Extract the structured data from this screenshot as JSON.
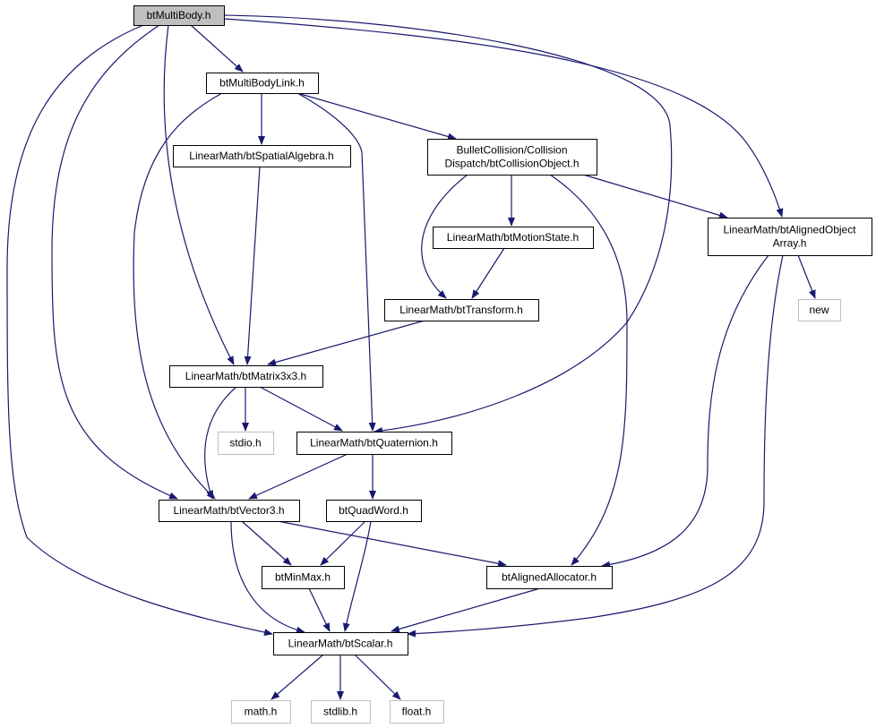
{
  "diagram": {
    "type": "include-dependency-graph",
    "colors": {
      "edge": "#191970",
      "node_border": "#000000",
      "external_border": "#bfbfbf",
      "root_fill": "#bfbfbf",
      "text": "#000000",
      "external_text": "#000000"
    },
    "nodes": [
      {
        "id": "btMultiBody",
        "lines": [
          "btMultiBody.h"
        ],
        "kind": "root"
      },
      {
        "id": "btMultiBodyLink",
        "lines": [
          "btMultiBodyLink.h"
        ],
        "kind": "file"
      },
      {
        "id": "btSpatialAlgebra",
        "lines": [
          "LinearMath/btSpatialAlgebra.h"
        ],
        "kind": "file"
      },
      {
        "id": "btCollisionObject",
        "lines": [
          "BulletCollision/Collision",
          "Dispatch/btCollisionObject.h"
        ],
        "kind": "file"
      },
      {
        "id": "btAlignedObjectArray",
        "lines": [
          "LinearMath/btAlignedObject",
          "Array.h"
        ],
        "kind": "file"
      },
      {
        "id": "btMotionState",
        "lines": [
          "LinearMath/btMotionState.h"
        ],
        "kind": "file"
      },
      {
        "id": "btTransform",
        "lines": [
          "LinearMath/btTransform.h"
        ],
        "kind": "file"
      },
      {
        "id": "new",
        "lines": [
          "new"
        ],
        "kind": "external"
      },
      {
        "id": "btMatrix3x3",
        "lines": [
          "LinearMath/btMatrix3x3.h"
        ],
        "kind": "file"
      },
      {
        "id": "stdio",
        "lines": [
          "stdio.h"
        ],
        "kind": "external"
      },
      {
        "id": "btQuaternion",
        "lines": [
          "LinearMath/btQuaternion.h"
        ],
        "kind": "file"
      },
      {
        "id": "btVector3",
        "lines": [
          "LinearMath/btVector3.h"
        ],
        "kind": "file"
      },
      {
        "id": "btQuadWord",
        "lines": [
          "btQuadWord.h"
        ],
        "kind": "file"
      },
      {
        "id": "btMinMax",
        "lines": [
          "btMinMax.h"
        ],
        "kind": "file"
      },
      {
        "id": "btAlignedAllocator",
        "lines": [
          "btAlignedAllocator.h"
        ],
        "kind": "file"
      },
      {
        "id": "btScalar",
        "lines": [
          "LinearMath/btScalar.h"
        ],
        "kind": "file"
      },
      {
        "id": "math",
        "lines": [
          "math.h"
        ],
        "kind": "external"
      },
      {
        "id": "stdlib",
        "lines": [
          "stdlib.h"
        ],
        "kind": "external"
      },
      {
        "id": "float",
        "lines": [
          "float.h"
        ],
        "kind": "external"
      }
    ],
    "edges": [
      {
        "from": "btMultiBody",
        "to": "btMultiBodyLink"
      },
      {
        "from": "btMultiBody",
        "to": "btAlignedObjectArray"
      },
      {
        "from": "btMultiBody",
        "to": "btQuaternion"
      },
      {
        "from": "btMultiBody",
        "to": "btMatrix3x3"
      },
      {
        "from": "btMultiBody",
        "to": "btVector3"
      },
      {
        "from": "btMultiBody",
        "to": "btScalar"
      },
      {
        "from": "btMultiBodyLink",
        "to": "btSpatialAlgebra"
      },
      {
        "from": "btMultiBodyLink",
        "to": "btCollisionObject"
      },
      {
        "from": "btMultiBodyLink",
        "to": "btQuaternion"
      },
      {
        "from": "btMultiBodyLink",
        "to": "btVector3"
      },
      {
        "from": "btSpatialAlgebra",
        "to": "btMatrix3x3"
      },
      {
        "from": "btCollisionObject",
        "to": "btMotionState"
      },
      {
        "from": "btCollisionObject",
        "to": "btTransform"
      },
      {
        "from": "btCollisionObject",
        "to": "btAlignedObjectArray"
      },
      {
        "from": "btCollisionObject",
        "to": "btAlignedAllocator"
      },
      {
        "from": "btMotionState",
        "to": "btTransform"
      },
      {
        "from": "btTransform",
        "to": "btMatrix3x3"
      },
      {
        "from": "btAlignedObjectArray",
        "to": "new"
      },
      {
        "from": "btAlignedObjectArray",
        "to": "btAlignedAllocator"
      },
      {
        "from": "btAlignedObjectArray",
        "to": "btScalar"
      },
      {
        "from": "btMatrix3x3",
        "to": "stdio"
      },
      {
        "from": "btMatrix3x3",
        "to": "btQuaternion"
      },
      {
        "from": "btMatrix3x3",
        "to": "btVector3"
      },
      {
        "from": "btQuaternion",
        "to": "btVector3"
      },
      {
        "from": "btQuaternion",
        "to": "btQuadWord"
      },
      {
        "from": "btVector3",
        "to": "btMinMax"
      },
      {
        "from": "btVector3",
        "to": "btAlignedAllocator"
      },
      {
        "from": "btVector3",
        "to": "btScalar"
      },
      {
        "from": "btQuadWord",
        "to": "btMinMax"
      },
      {
        "from": "btQuadWord",
        "to": "btScalar"
      },
      {
        "from": "btMinMax",
        "to": "btScalar"
      },
      {
        "from": "btAlignedAllocator",
        "to": "btScalar"
      },
      {
        "from": "btScalar",
        "to": "math"
      },
      {
        "from": "btScalar",
        "to": "stdlib"
      },
      {
        "from": "btScalar",
        "to": "float"
      }
    ]
  }
}
